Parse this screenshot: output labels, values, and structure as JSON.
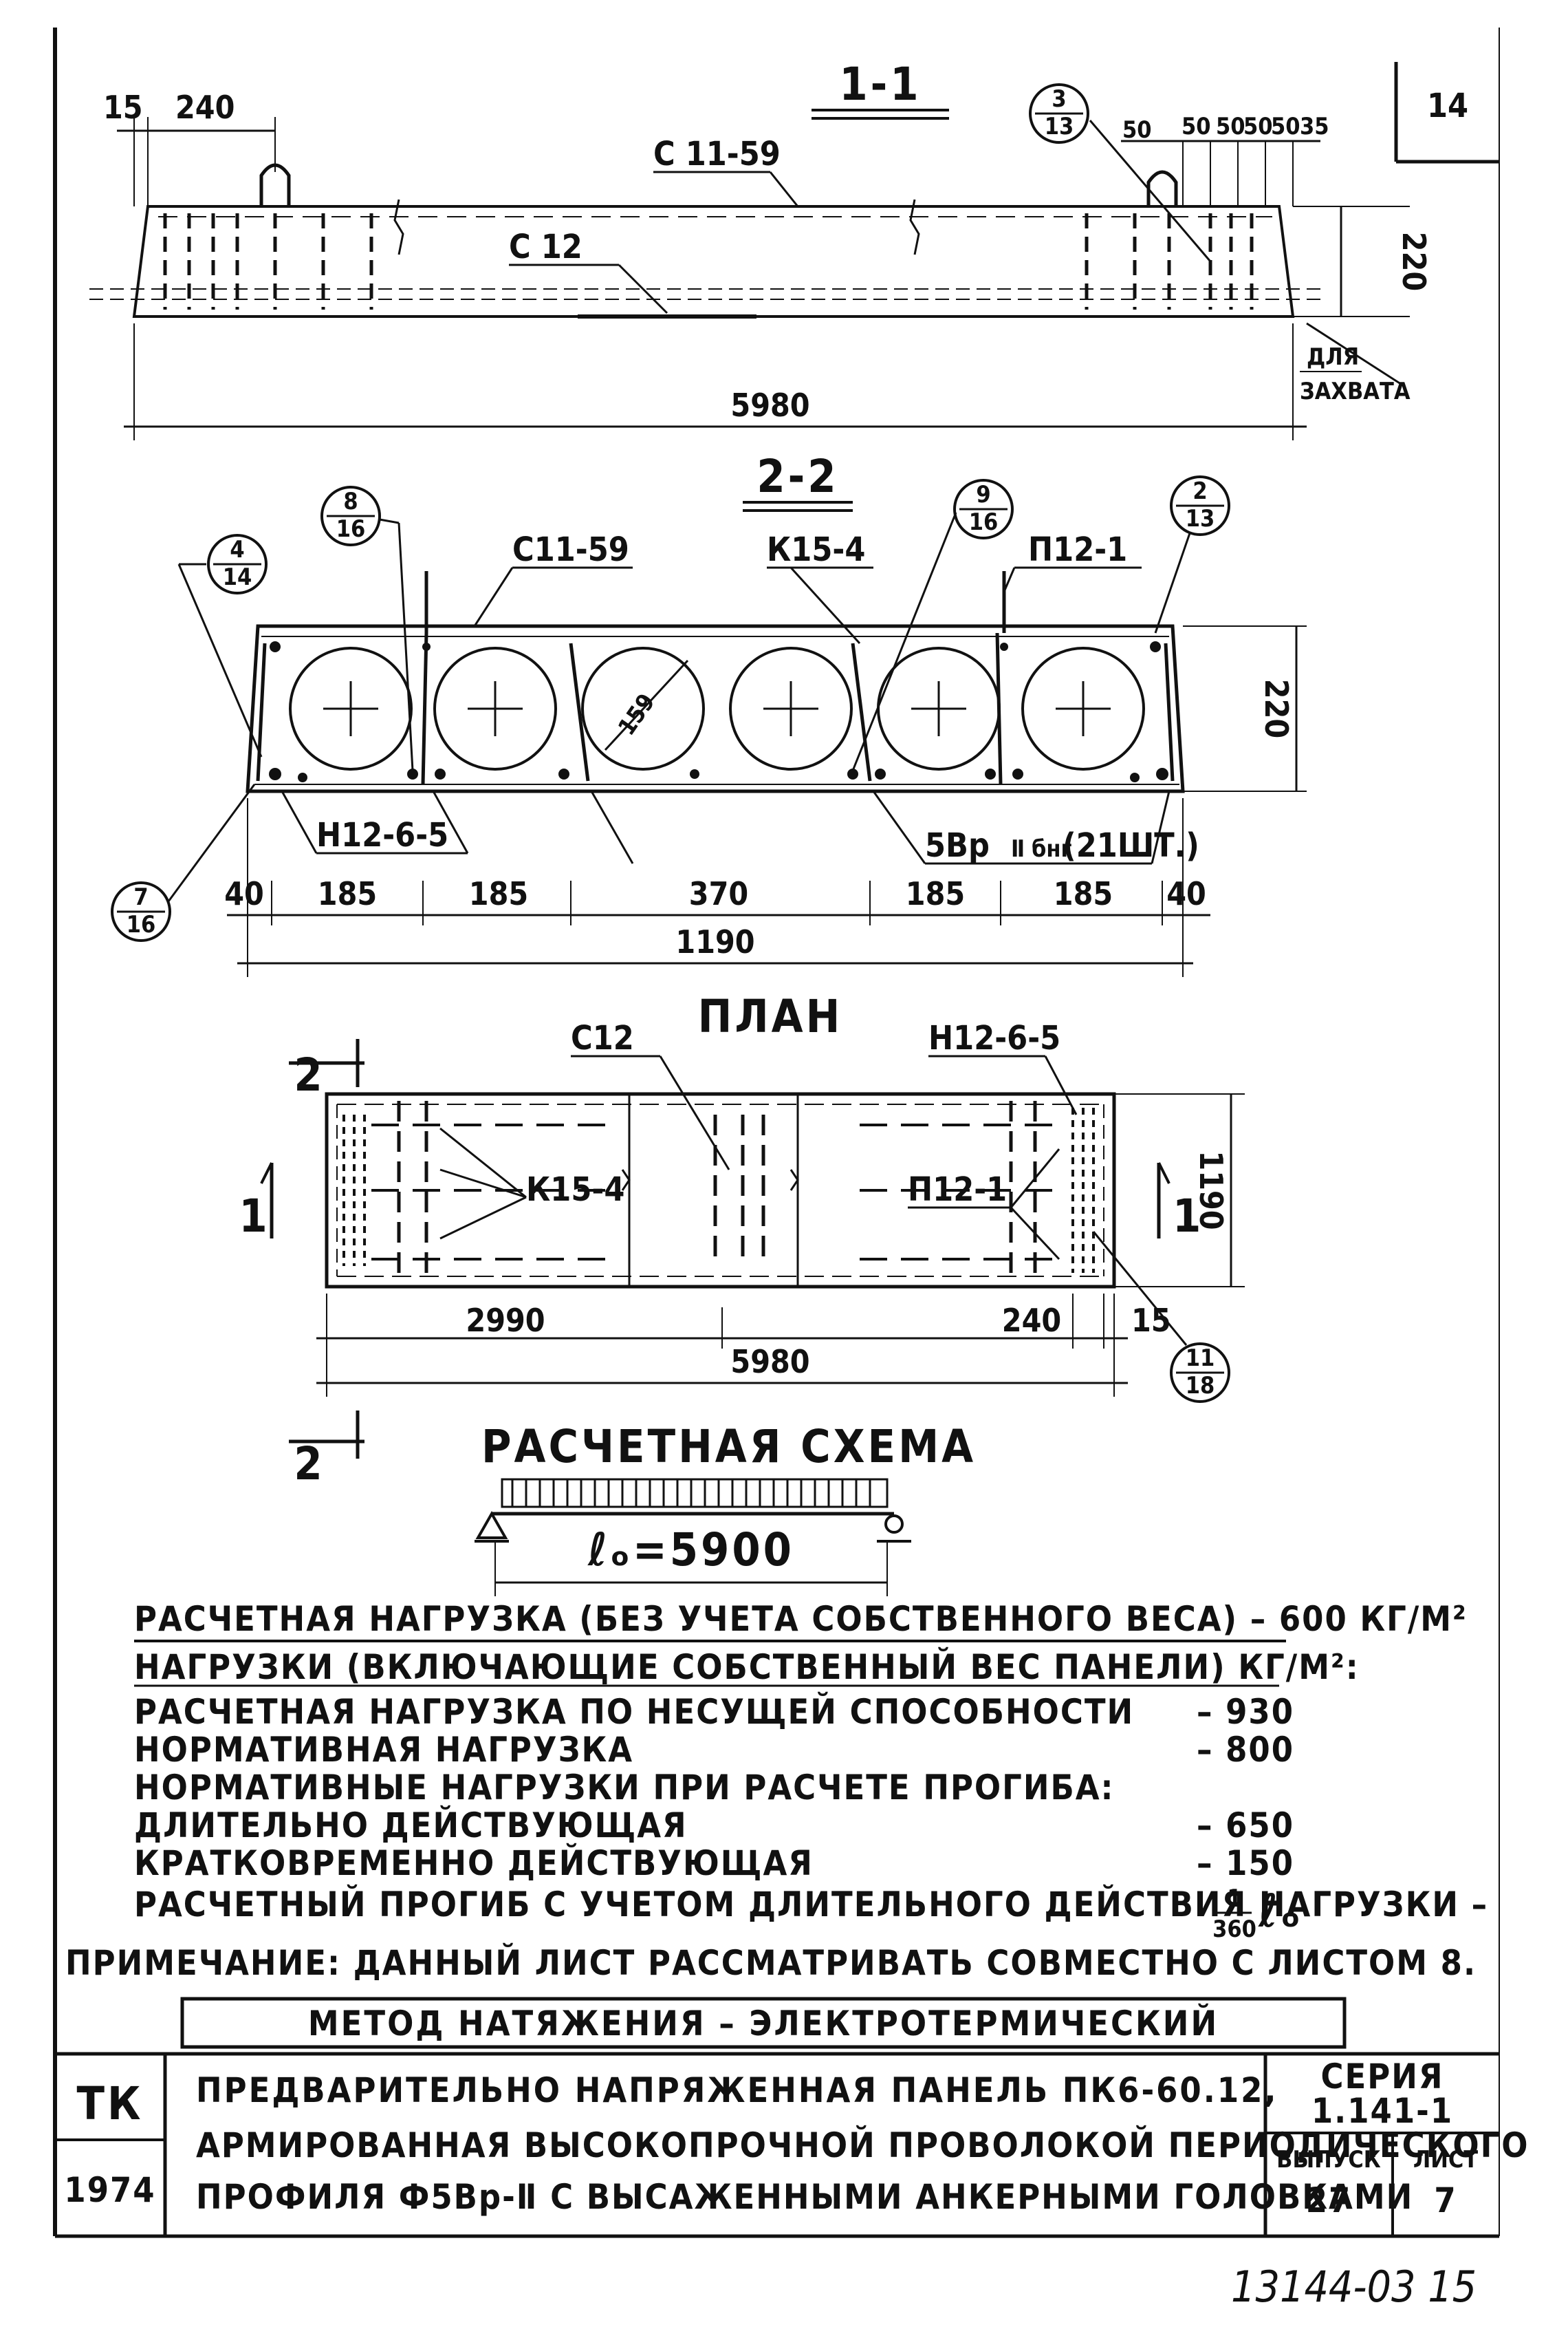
{
  "sheet_number": "14",
  "section_1": {
    "title": "1-1",
    "dims_top": [
      "15",
      "240"
    ],
    "dims_right_top": [
      "50",
      "50",
      "50",
      "50",
      "50",
      "35"
    ],
    "ref": {
      "top": "3",
      "bottom": "13"
    },
    "label_c1159": "С 11-59",
    "label_c12": "С 12",
    "height": "220",
    "length": "5980",
    "grip_note": [
      "ДЛЯ",
      "ЗАХВАТА"
    ]
  },
  "section_2": {
    "title": "2-2",
    "labels": {
      "c1159": "С11-59",
      "k154": "К15-4",
      "p121": "П12-1",
      "n1265": "Н12-6-5",
      "rebar": "5Вр",
      "rebar_cls": "Ⅱ",
      "rebar_tail": "бнг",
      "rebar_count": "(21ШТ.)",
      "diameter": "159"
    },
    "refs": [
      {
        "top": "8",
        "bottom": "16"
      },
      {
        "top": "9",
        "bottom": "16"
      },
      {
        "top": "2",
        "bottom": "13"
      },
      {
        "top": "4",
        "bottom": "14"
      },
      {
        "top": "7",
        "bottom": "16"
      }
    ],
    "height": "220",
    "dims": [
      "40",
      "185",
      "185",
      "370",
      "185",
      "185",
      "40"
    ],
    "total": "1190"
  },
  "plan": {
    "title": "ПЛАН",
    "labels": {
      "c12": "С12",
      "n1265": "Н12-6-5",
      "k154": "К15-4",
      "p121": "П12-1"
    },
    "cut_2": "2",
    "cut_1": "1",
    "width": "1190",
    "dims": [
      "2990",
      "240",
      "15"
    ],
    "total": "5980",
    "ref": {
      "top": "11",
      "bottom": "18"
    }
  },
  "scheme": {
    "title": "РАСЧЕТНАЯ СХЕМА",
    "span_label": "ℓₒ=5900"
  },
  "loads": {
    "design_load": "РАСЧЕТНАЯ НАГРУЗКА (БЕЗ УЧЕТА СОБСТВЕННОГО ВЕСА) – 600 КГ/М²",
    "heading": "НАГРУЗКИ (ВКЛЮЧАЮЩИЕ СОБСТВЕННЫЙ ВЕС ПАНЕЛИ) КГ/М²:",
    "rows": [
      {
        "label": "РАСЧЕТНАЯ НАГРУЗКА ПО НЕСУЩЕЙ СПОСОБНОСТИ",
        "value": "– 930"
      },
      {
        "label": "НОРМАТИВНАЯ НАГРУЗКА",
        "value": "– 800"
      },
      {
        "label": "НОРМАТИВНЫЕ НАГРУЗКИ ПРИ РАСЧЕТЕ ПРОГИБА:",
        "value": ""
      },
      {
        "label": "ДЛИТЕЛЬНО ДЕЙСТВУЮЩАЯ",
        "value": "– 650"
      },
      {
        "label": "КРАТКОВРЕМЕННО ДЕЙСТВУЮЩАЯ",
        "value": "– 150"
      }
    ],
    "deflection_label": "РАСЧЕТНЫЙ ПРОГИБ С УЧЕТОМ ДЛИТЕЛЬНОГО ДЕЙСТВИЯ НАГРУЗКИ –",
    "deflection_num": "1",
    "deflection_den": "360",
    "deflection_tail": "ℓₒ",
    "note": "ПРИМЕЧАНИЕ: ДАННЫЙ ЛИСТ РАССМАТРИВАТЬ СОВМЕСТНО С ЛИСТОМ 8."
  },
  "method_box": "МЕТОД НАТЯЖЕНИЯ – ЭЛЕКТРОТЕРМИЧЕСКИЙ",
  "title_block": {
    "org": "ТК",
    "year": "1974",
    "line1": "ПРЕДВАРИТЕЛЬНО НАПРЯЖЕННАЯ ПАНЕЛЬ ПК6-60.12,",
    "line2": "АРМИРОВАННАЯ ВЫСОКОПРОЧНОЙ ПРОВОЛОКОЙ ПЕРИОДИЧЕСКОГО",
    "line3": "ПРОФИЛЯ Ф5Вр-Ⅱ С ВЫСАЖЕННЫМИ АНКЕРНЫМИ ГОЛОВКАМИ",
    "series_label": "СЕРИЯ",
    "series_value": "1.141-1",
    "issue_label": "ВЫПУСК",
    "issue_value": "27",
    "sheet_label": "ЛИСТ",
    "sheet_value": "7"
  },
  "stamp": "13144-03  15"
}
